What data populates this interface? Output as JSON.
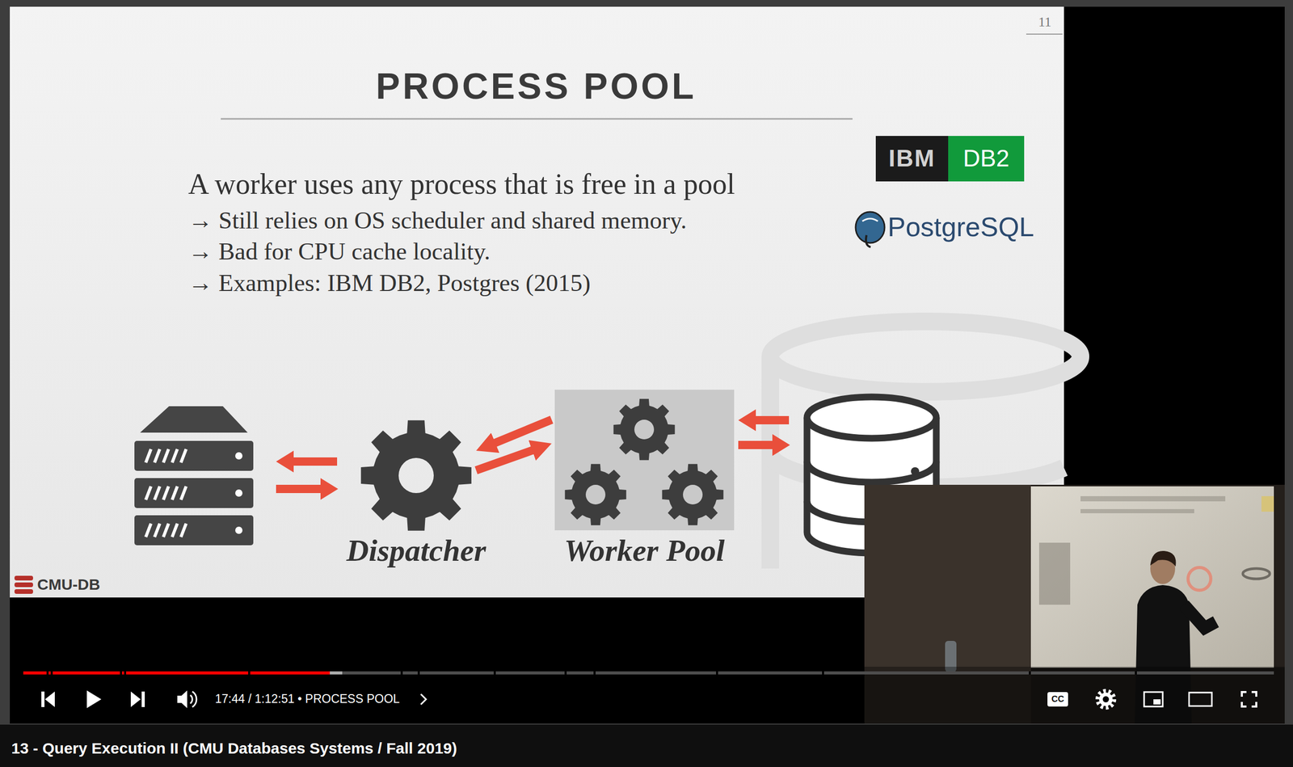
{
  "diagram": {
    "title": "PROCESS POOL",
    "caption": "13 - Query Execution II (CMU Databases Systems / Fall 2019)",
    "nodes": [
      {
        "text": [
          "IBM"
        ]
      },
      {
        "text": [
          "DB2"
        ]
      },
      {
        "text": [
          "Dispatcher"
        ]
      },
      {
        "text": [
          "Worker Pool"
        ]
      }
    ],
    "edges": [
      {
        "from": 3,
        "to": 2,
        "arrow": "to"
      },
      {
        "from": 2,
        "to": 3,
        "arrow": "to"
      }
    ],
    "labels": [
      "11",
      "A worker uses any process that is free in a pool",
      "→ Still relies on OS scheduler and shared memory.",
      "→ Bad for CPU cache locality.",
      "→ Examples: IBM DB2, Postgres (2015)",
      "PostgreSQL",
      "CMU-DB",
      "17:44 / 1:12:51 • PROCESS POOL",
      "CC"
    ]
  }
}
